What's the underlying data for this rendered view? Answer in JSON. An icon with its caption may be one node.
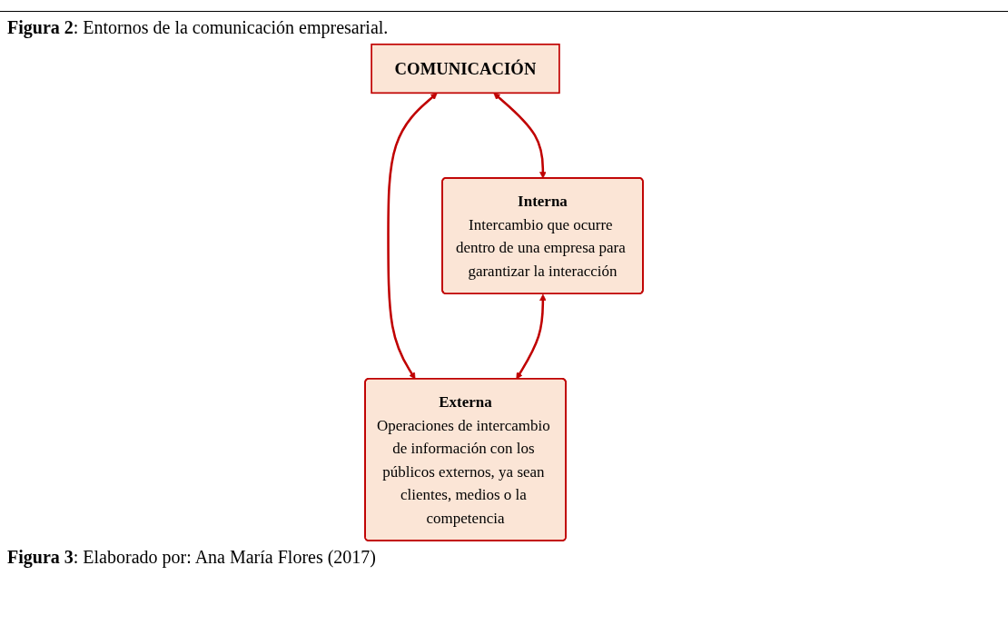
{
  "diagram": {
    "title": "**Figura 2**: Entornos de la comunicación empresarial.",
    "caption": "**Figura 3**: Elaborado por: Ana María Flores (2017)",
    "nodes": [
      {
        "text": [
          "COMUNICACIÓN"
        ]
      },
      {
        "text": [
          "Interna",
          "Intercambio que ocurre dentro de una empresa para garantizar la interacción"
        ]
      },
      {
        "text": [
          "Externa",
          "Operaciones de intercambio de información con los públicos externos, ya sean clientes, medios o la competencia"
        ]
      }
    ],
    "edges": [
      {
        "from": 0,
        "to": 1,
        "arrow": "both"
      },
      {
        "from": 0,
        "to": 2,
        "arrow": "both"
      },
      {
        "from": 1,
        "to": 2,
        "arrow": "both"
      }
    ]
  }
}
